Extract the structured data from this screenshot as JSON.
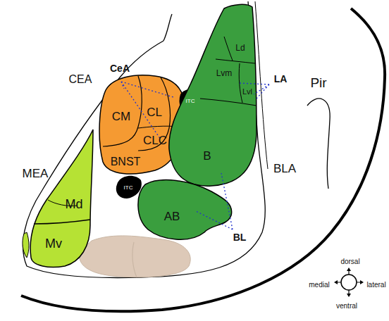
{
  "diagram": {
    "nodes": [
      {
        "text": [
          "CM"
        ]
      },
      {
        "text": [
          "CL"
        ]
      },
      {
        "text": [
          "CLC"
        ]
      },
      {
        "text": [
          "BNST"
        ]
      },
      {
        "text": [
          "ITC"
        ]
      },
      {
        "text": [
          "ITC"
        ]
      },
      {
        "text": [
          "Ld"
        ]
      },
      {
        "text": [
          "Lvm"
        ]
      },
      {
        "text": [
          "Lvl"
        ]
      },
      {
        "text": [
          "B"
        ]
      },
      {
        "text": [
          "AB"
        ]
      },
      {
        "text": [
          "Md"
        ]
      },
      {
        "text": [
          "Mv"
        ]
      }
    ],
    "labels": [
      "CeA",
      "CEA",
      "LA",
      "Pir",
      "BLA",
      "MEA",
      "BL",
      "dorsal",
      "medial",
      "lateral",
      "ventral"
    ]
  }
}
